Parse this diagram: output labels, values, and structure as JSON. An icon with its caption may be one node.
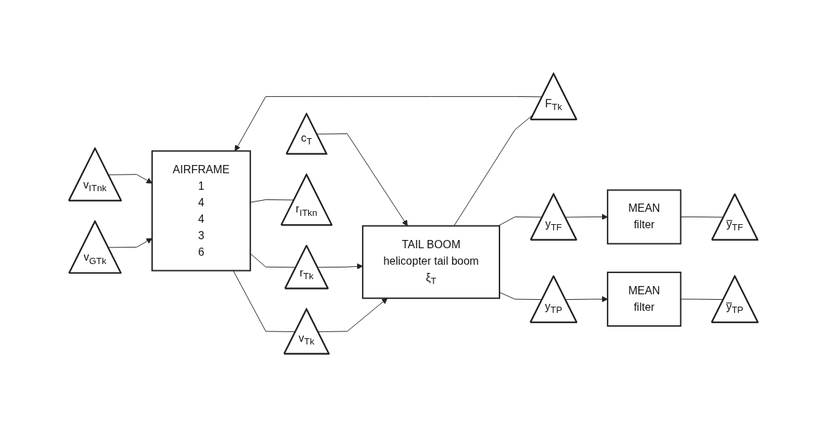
{
  "diagram": {
    "nodes": [
      {
        "text": [
          "AIRFRAME",
          "1",
          "4",
          "4",
          "3",
          "6"
        ]
      },
      {
        "text": [
          "TAIL BOOM",
          "helicopter tail boom",
          "ξ$_{T}$"
        ]
      },
      {
        "text": [
          "F$_{Tk}$"
        ]
      },
      {
        "text": [
          "v$_{GTk}$"
        ]
      },
      {
        "text": [
          "v$_{ITnk}$"
        ]
      },
      {
        "text": [
          "v$_{Tk}$"
        ]
      },
      {
        "text": [
          "r$_{Tk}$"
        ]
      },
      {
        "text": [
          "r$_{ITkn}$"
        ]
      },
      {
        "text": [
          "c$_{T}$"
        ]
      },
      {
        "text": [
          "y$_{TF}$"
        ]
      },
      {
        "text": [
          "MEAN",
          "filter"
        ]
      },
      {
        "text": [
          "y̅$_{TF}$"
        ]
      },
      {
        "text": [
          "y$_{TP}$"
        ]
      },
      {
        "text": [
          "MEAN",
          "filter"
        ]
      },
      {
        "text": [
          "y̅$_{TP}$"
        ]
      }
    ],
    "edges": [
      {
        "from": 1,
        "to": 2,
        "arrow": "none"
      },
      {
        "from": 2,
        "to": 0,
        "arrow": "to"
      },
      {
        "from": 3,
        "to": 0,
        "arrow": "to"
      },
      {
        "from": 4,
        "to": 0,
        "arrow": "to"
      },
      {
        "from": 0,
        "to": 5,
        "arrow": "none"
      },
      {
        "from": 5,
        "to": 1,
        "arrow": "to"
      },
      {
        "from": 0,
        "to": 6,
        "arrow": "none"
      },
      {
        "from": 6,
        "to": 1,
        "arrow": "to"
      },
      {
        "from": 0,
        "to": 7,
        "arrow": "none"
      },
      {
        "from": 8,
        "to": 1,
        "arrow": "to"
      },
      {
        "from": 1,
        "to": 9,
        "arrow": "none"
      },
      {
        "from": 9,
        "to": 10,
        "arrow": "to"
      },
      {
        "from": 10,
        "to": 11,
        "arrow": "none"
      },
      {
        "from": 1,
        "to": 12,
        "arrow": "none"
      },
      {
        "from": 12,
        "to": 13,
        "arrow": "to"
      },
      {
        "from": 13,
        "to": 14,
        "arrow": "none"
      }
    ]
  }
}
